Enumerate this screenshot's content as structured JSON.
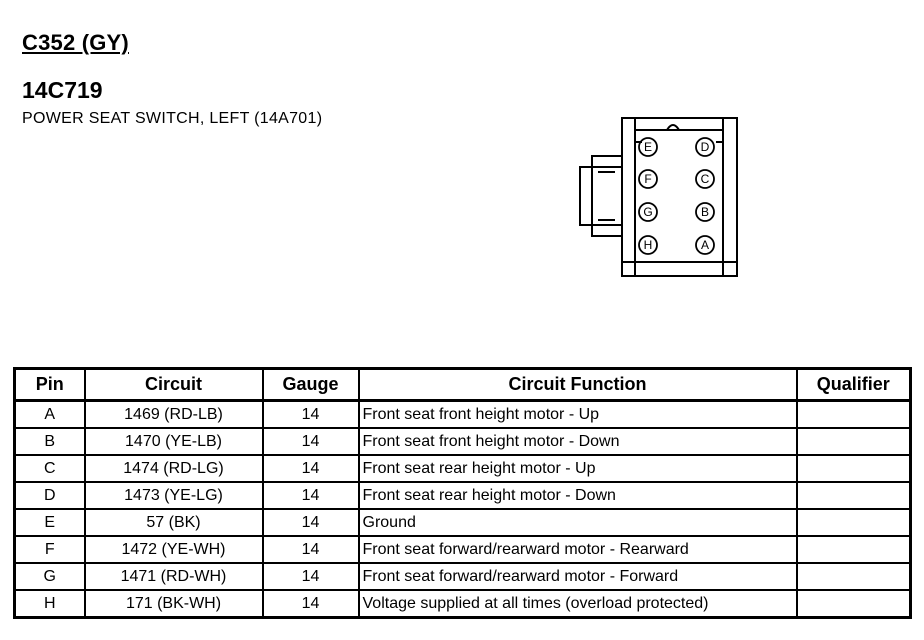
{
  "header": {
    "connector_id": "C352 (GY)",
    "part_number": "14C719",
    "description": "POWER SEAT SWITCH, LEFT (14A701)"
  },
  "connector": {
    "left_pins": [
      "E",
      "F",
      "G",
      "H"
    ],
    "right_pins": [
      "D",
      "C",
      "B",
      "A"
    ]
  },
  "table": {
    "columns": [
      "Pin",
      "Circuit",
      "Gauge",
      "Circuit Function",
      "Qualifier"
    ],
    "rows": [
      {
        "pin": "A",
        "circuit": "1469 (RD-LB)",
        "gauge": "14",
        "function": "Front seat front height motor - Up",
        "qualifier": ""
      },
      {
        "pin": "B",
        "circuit": "1470 (YE-LB)",
        "gauge": "14",
        "function": "Front seat front height motor - Down",
        "qualifier": ""
      },
      {
        "pin": "C",
        "circuit": "1474 (RD-LG)",
        "gauge": "14",
        "function": "Front seat rear height motor - Up",
        "qualifier": ""
      },
      {
        "pin": "D",
        "circuit": "1473 (YE-LG)",
        "gauge": "14",
        "function": "Front seat rear height motor - Down",
        "qualifier": ""
      },
      {
        "pin": "E",
        "circuit": "57 (BK)",
        "gauge": "14",
        "function": "Ground",
        "qualifier": ""
      },
      {
        "pin": "F",
        "circuit": "1472 (YE-WH)",
        "gauge": "14",
        "function": "Front seat forward/rearward motor - Rearward",
        "qualifier": ""
      },
      {
        "pin": "G",
        "circuit": "1471 (RD-WH)",
        "gauge": "14",
        "function": "Front seat forward/rearward motor - Forward",
        "qualifier": ""
      },
      {
        "pin": "H",
        "circuit": "171 (BK-WH)",
        "gauge": "14",
        "function": "Voltage supplied at all times (overload protected)",
        "qualifier": ""
      }
    ]
  }
}
